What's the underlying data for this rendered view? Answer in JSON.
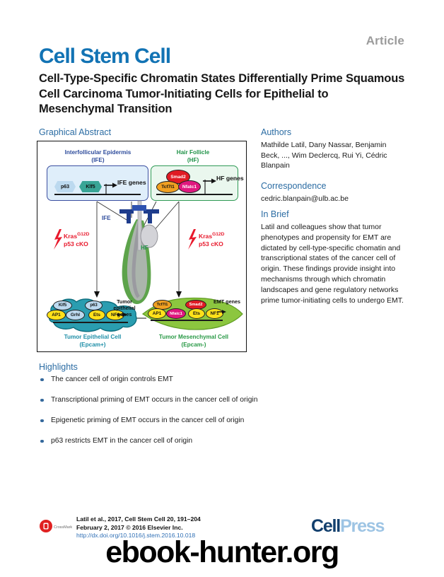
{
  "header": {
    "article_tag": "Article",
    "journal": "Cell Stem Cell",
    "title": "Cell-Type-Specific Chromatin States Differentially Prime Squamous Cell Carcinoma Tumor-Initiating Cells for Epithelial to Mesenchymal Transition",
    "brand_color": "#1273b4"
  },
  "sections": {
    "graphical_abstract": "Graphical Abstract",
    "authors": "Authors",
    "correspondence": "Correspondence",
    "in_brief": "In Brief",
    "highlights": "Highlights"
  },
  "authors": {
    "list": "Mathilde Latil, Dany Nassar, Benjamin Beck, ..., Wim Declercq, Rui Yi, Cédric Blanpain"
  },
  "correspondence": {
    "email": "cedric.blanpain@ulb.ac.be"
  },
  "in_brief": {
    "text": "Latil and colleagues show that tumor phenotypes and propensity for EMT are dictated by cell-type-specific chomatin and transcriptional states of the cancer cell of origin. These findings provide insight into mechanisms through which chromatin landscapes and gene regulatory networks prime tumor-initiating cells to undergo EMT."
  },
  "highlights": {
    "items": [
      "The cancer cell of origin controls EMT",
      "Transcriptional priming of EMT occurs in the cancer cell of origin",
      "Epigenetic priming of EMT occurs in the cancer cell of origin",
      "p63 restricts EMT in the cancer cell of origin"
    ]
  },
  "figure": {
    "ife_caption_line1": "Interfollicular Epidermis",
    "ife_caption_line2": "(IFE)",
    "hf_caption_line1": "Hair Follicle",
    "hf_caption_line2": "(HF)",
    "ife_genes_label": "IFE genes",
    "hf_genes_label": "HF genes",
    "ife_tfs": [
      "p63",
      "Klf5"
    ],
    "hf_tfs": [
      "Smad2",
      "Tcf7l1",
      "Nfatc1"
    ],
    "skin_ife_label": "IFE",
    "skin_hf_label": "HF",
    "mutation_line1_gene": "Kras",
    "mutation_line1_sup": "G12D",
    "mutation_line2": "p53 cKO",
    "epithelial_cell_tfs": [
      "Klf5",
      "p63",
      "AP1",
      "Grhl",
      "Ets",
      "NF1"
    ],
    "epithelial_genes_label": "Tumor epithelial genes",
    "epithelial_caption_line1": "Tumor Epithelial Cell",
    "epithelial_caption_line2": "(Epcam+)",
    "mesenchymal_cell_tfs": [
      "Tcf7l1",
      "Smad2",
      "AP1",
      "Nfatc1",
      "Ets",
      "NF1"
    ],
    "mesenchymal_genes_label": "EMT genes",
    "mesenchymal_caption_line1": "Tumor Mesenchymal Cell",
    "mesenchymal_caption_line2": "(Epcam-)",
    "colors": {
      "ife_blue": "#2e4c9c",
      "hf_green": "#1f9247",
      "mutation_red": "#e8192c",
      "epithelial_cell_fill": "#2a9db0",
      "mesenchymal_cell_fill": "#8cc63f",
      "yellow_tf": "#ffe11a",
      "lightblue_tf": "#bcd9ef",
      "teal_tf": "#39a596",
      "red_tf": "#e01b24",
      "orange_tf": "#f0a021",
      "magenta_tf": "#e0187f"
    }
  },
  "footer": {
    "citation_line1": "Latil et al., 2017, Cell Stem Cell 20, 191–204",
    "citation_line2": "February 2, 2017 © 2016 Elsevier Inc.",
    "doi": "http://dx.doi.org/10.1016/j.stem.2016.10.018",
    "crossmark_label": "CrossMark",
    "publisher_part1": "Cell",
    "publisher_part2": "Press",
    "watermark": "ebook-hunter.org"
  }
}
